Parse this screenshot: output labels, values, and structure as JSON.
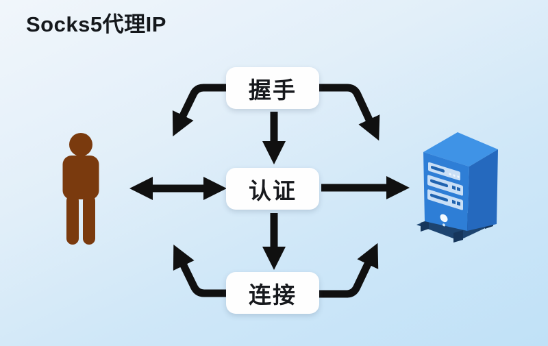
{
  "title": "Socks5代理IP",
  "nodes": [
    {
      "id": "handshake",
      "label": "握手"
    },
    {
      "id": "auth",
      "label": "认证"
    },
    {
      "id": "connect",
      "label": "连接"
    }
  ],
  "actors": [
    {
      "id": "client",
      "icon": "person-icon",
      "color": "#7a3a0e"
    },
    {
      "id": "server",
      "icon": "server-icon",
      "color": "#2e7ed6"
    }
  ],
  "edges": [
    {
      "from": "handshake",
      "to": "client",
      "style": "curved-down-left"
    },
    {
      "from": "handshake",
      "to": "server",
      "style": "curved-down-right"
    },
    {
      "from": "handshake",
      "to": "auth",
      "style": "straight-down"
    },
    {
      "from": "client",
      "to": "auth",
      "style": "bidirectional-horizontal"
    },
    {
      "from": "auth",
      "to": "server",
      "style": "straight-right"
    },
    {
      "from": "auth",
      "to": "connect",
      "style": "straight-down"
    },
    {
      "from": "connect",
      "to": "client",
      "style": "curved-up-left"
    },
    {
      "from": "connect",
      "to": "server",
      "style": "curved-up-right"
    }
  ],
  "colors": {
    "background_top": "#f1f6fb",
    "background_bottom": "#c0e1f7",
    "arrow": "#101010",
    "node_bg": "#fefefe",
    "node_text": "#17191d",
    "person_brown": "#7a3a0e",
    "server_blue_top": "#3f93e6",
    "server_blue_left": "#2e7ed6",
    "server_blue_right": "#2569be",
    "server_panel": "#c9dff6",
    "server_base": "#1d4470"
  }
}
